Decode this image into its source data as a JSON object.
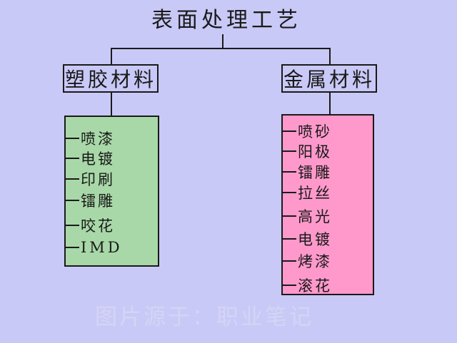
{
  "title": "表面处理工艺",
  "categories": [
    {
      "name": "塑胶材料",
      "box_color": "#a8d8a8",
      "items": [
        "喷漆",
        "电镀",
        "印刷",
        "镭雕",
        "咬花",
        "IMD"
      ]
    },
    {
      "name": "金属材料",
      "box_color": "#ff99cc",
      "items": [
        "喷砂",
        "阳极",
        "镭雕",
        "拉丝",
        "高光",
        "电镀",
        "烤漆",
        "滚花"
      ]
    }
  ],
  "watermark": "图片源于：职业笔记",
  "colors": {
    "background": "#c9c9f7",
    "line": "#1a1a1a",
    "watermark": "#d4d4f5"
  }
}
